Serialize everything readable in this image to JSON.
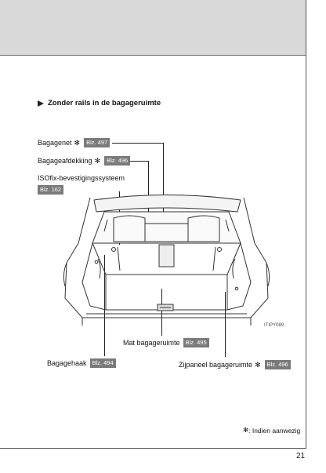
{
  "section": {
    "title": "Zonder rails in de bagageruimte"
  },
  "callouts": {
    "bagagenet": {
      "label": "Bagagenet",
      "star": "✻",
      "ref": "Blz. 497"
    },
    "bagageafdekking": {
      "label": "Bagageafdekking",
      "star": "✻",
      "ref": "Blz. 496"
    },
    "isofix": {
      "label": "ISOfix-bevestigingssysteem",
      "ref": "Blz. 162"
    },
    "mat": {
      "label": "Mat bagageruimte",
      "ref": "Blz. 495"
    },
    "haak": {
      "label": "Bagagehaak",
      "ref": "Blz. 494"
    },
    "zijpaneel": {
      "label": "Zijpaneel bagageruimte",
      "star": "✻",
      "ref": "Blz. 496"
    }
  },
  "illustration": {
    "code": "ITIPY089"
  },
  "footnote": {
    "star": "✻",
    "text": ": Indien aanwezig"
  },
  "page": {
    "number": "21"
  }
}
